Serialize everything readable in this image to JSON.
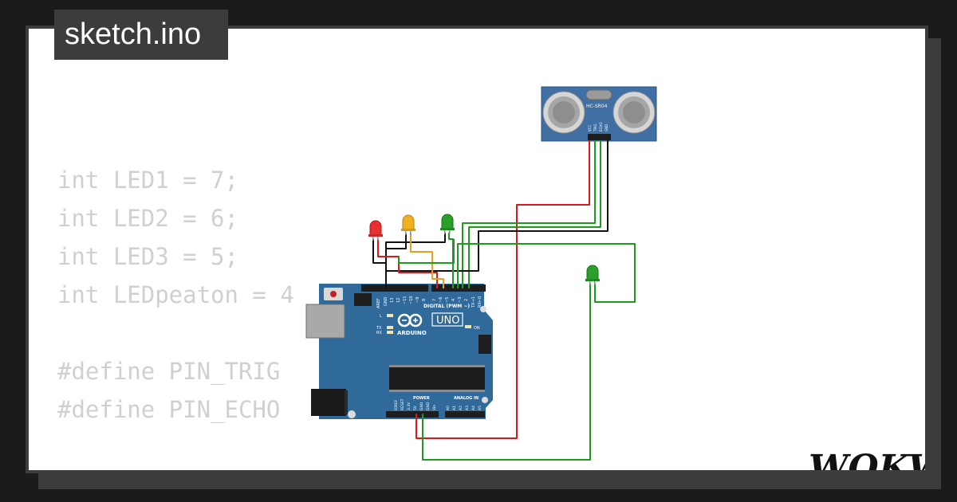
{
  "header": {
    "filename": "sketch.ino"
  },
  "code_lines": [
    "int LED1 = 7;",
    "int LED2 = 6;",
    "int LED3 = 5;",
    "int LEDpeaton = 4",
    "",
    "#define PIN_TRIG",
    "#define PIN_ECHO"
  ],
  "sensor": {
    "model": "HC-SR04",
    "pins": [
      "VCC",
      "TRIG",
      "ECHO",
      "GND"
    ]
  },
  "board": {
    "brand": "ARDUINO",
    "model": "UNO",
    "digital_label": "DIGITAL (PWM ~)",
    "power_label": "POWER",
    "analog_label": "ANALOG IN",
    "on_label": "ON",
    "l_label": "L",
    "tx_label": "TX",
    "rx_label": "RX",
    "power_pins": [
      "IOREF",
      "RESET",
      "3.3V",
      "5V",
      "GND",
      "GND",
      "Vin"
    ],
    "analog_pins": [
      "A0",
      "A1",
      "A2",
      "A3",
      "A4",
      "A5"
    ],
    "digital_pins": [
      "AREF",
      "GND",
      "13",
      "12",
      "~11",
      "~10",
      "~9",
      "8",
      "7",
      "~6",
      "~5",
      "4",
      "~3",
      "2",
      "TX→1",
      "RX←0"
    ]
  },
  "brand": {
    "logo_text": "WOKWi"
  },
  "colors": {
    "background": "#1b1b1b",
    "frame": "#3d3d3d",
    "board": "#2f6a9a",
    "sensor_board": "#3f6fa3",
    "wire_red": "#d81a1a",
    "wire_green": "#1e9a1e",
    "wire_black": "#111111",
    "wire_orange": "#e8a020",
    "led_red": "#e83030",
    "led_yellow": "#f0b020",
    "led_green": "#2aa02a"
  }
}
